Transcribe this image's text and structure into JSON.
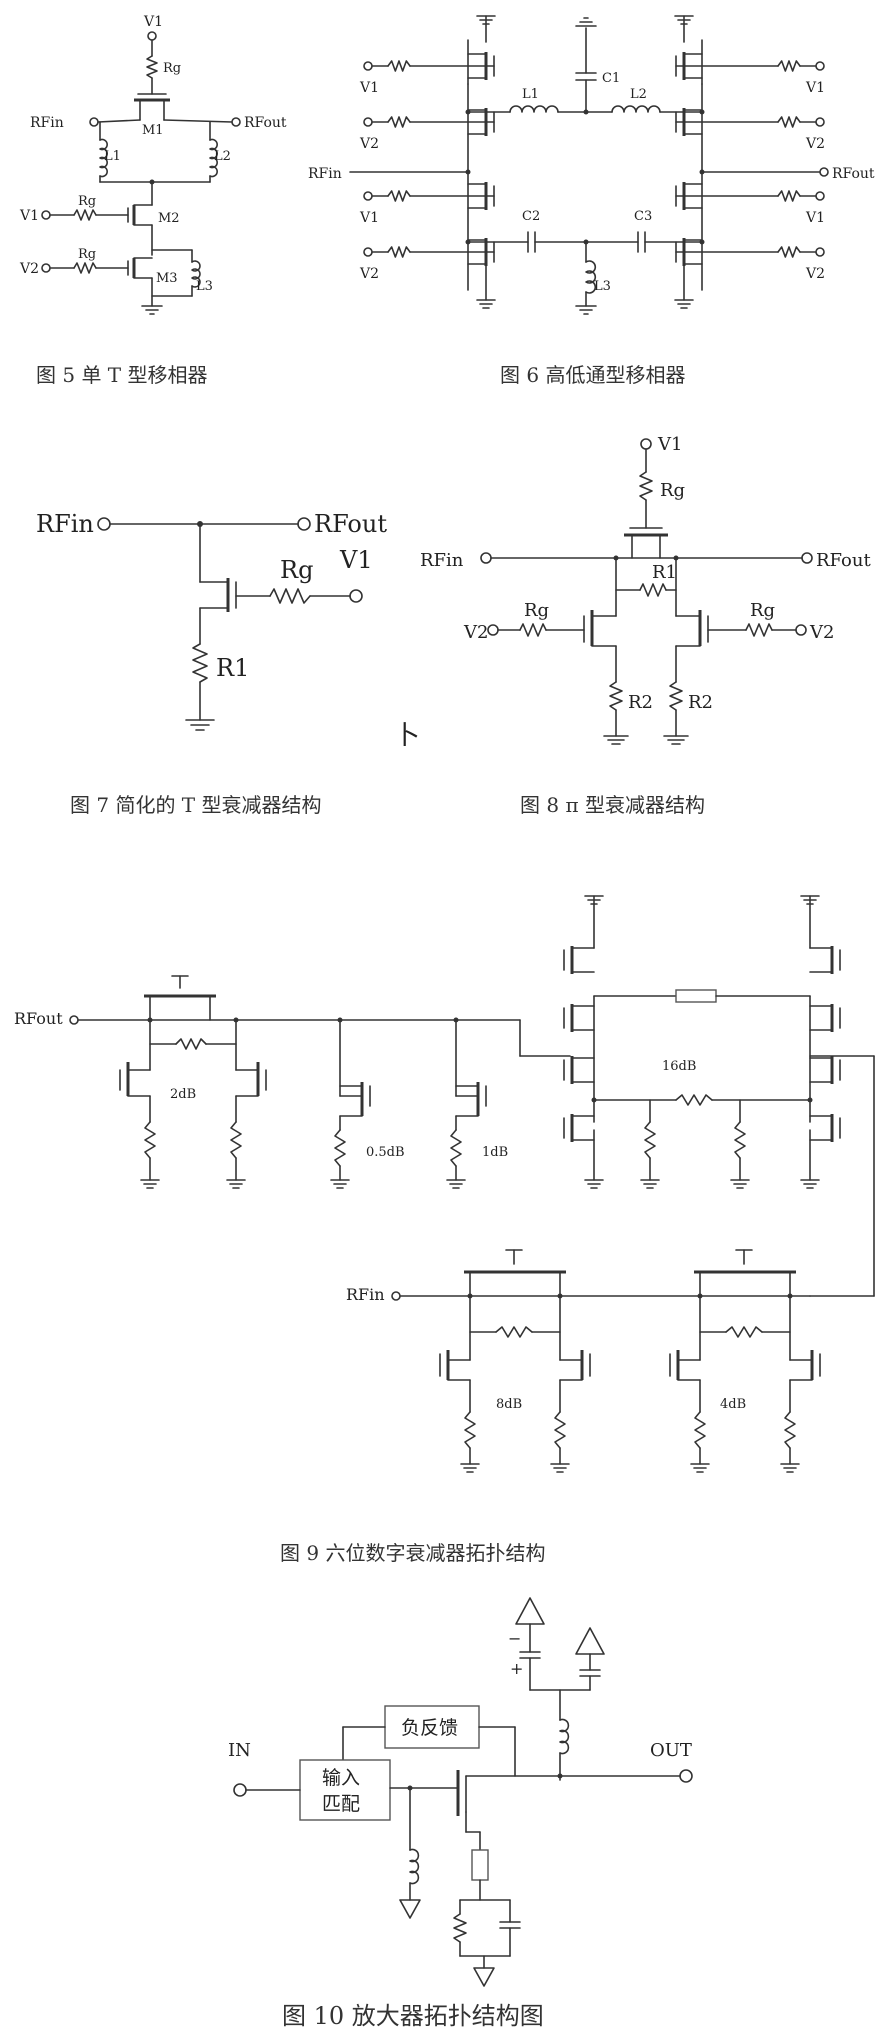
{
  "fig5": {
    "caption": "图 5 单 T 型移相器",
    "v1": "V1",
    "v2": "V2",
    "rg": "Rg",
    "rfin": "RFin",
    "rfout": "RFout",
    "m1": "M1",
    "m2": "M2",
    "m3": "M3",
    "l1": "L1",
    "l2": "L2",
    "l3": "L3"
  },
  "fig6": {
    "caption": "图 6 高低通型移相器",
    "v1": "V1",
    "v2": "V2",
    "rfin": "RFin",
    "rfout": "RFout",
    "l1": "L1",
    "l2": "L2",
    "l3": "L3",
    "c1": "C1",
    "c2": "C2",
    "c3": "C3"
  },
  "fig7": {
    "caption": "图 7 简化的 T 型衰减器结构",
    "rfin": "RFin",
    "rfout": "RFout",
    "rg": "Rg",
    "v1": "V1",
    "r1": "R1"
  },
  "stray_mark": "卜",
  "fig8": {
    "caption": "图 8 π 型衰减器结构",
    "v1": "V1",
    "v2": "V2",
    "rg": "Rg",
    "rfin": "RFin",
    "rfout": "RFout",
    "r1": "R1",
    "r2": "R2"
  },
  "fig9": {
    "caption": "图 9 六位数字衰减器拓扑结构",
    "rfout": "RFout",
    "rfin": "RFin",
    "bits": [
      "2dB",
      "0.5dB",
      "1dB",
      "16dB",
      "8dB",
      "4dB"
    ]
  },
  "fig10": {
    "caption": "图 10 放大器拓扑结构图",
    "in": "IN",
    "out": "OUT",
    "feedback": "负反馈",
    "match_line1": "输入",
    "match_line2": "匹配",
    "minus": "−",
    "plus": "+"
  }
}
